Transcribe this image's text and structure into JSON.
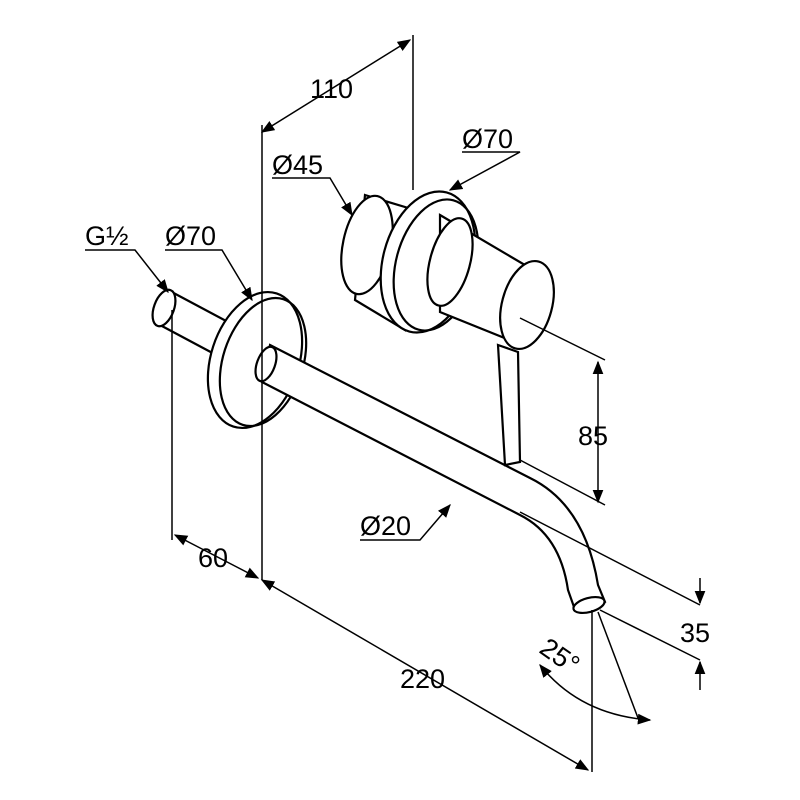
{
  "drawing": {
    "dimensions": {
      "depth_handle": "110",
      "handle_flange_diameter": "Ø70",
      "handle_diameter": "Ø45",
      "thread": "G½",
      "spout_flange_diameter": "Ø70",
      "handle_height": "85",
      "spout_diameter": "Ø20",
      "stub_length": "60",
      "spout_drop": "35",
      "spout_projection": "220",
      "spout_angle": "25°"
    },
    "colors": {
      "line": "#000000",
      "background": "#ffffff"
    }
  }
}
